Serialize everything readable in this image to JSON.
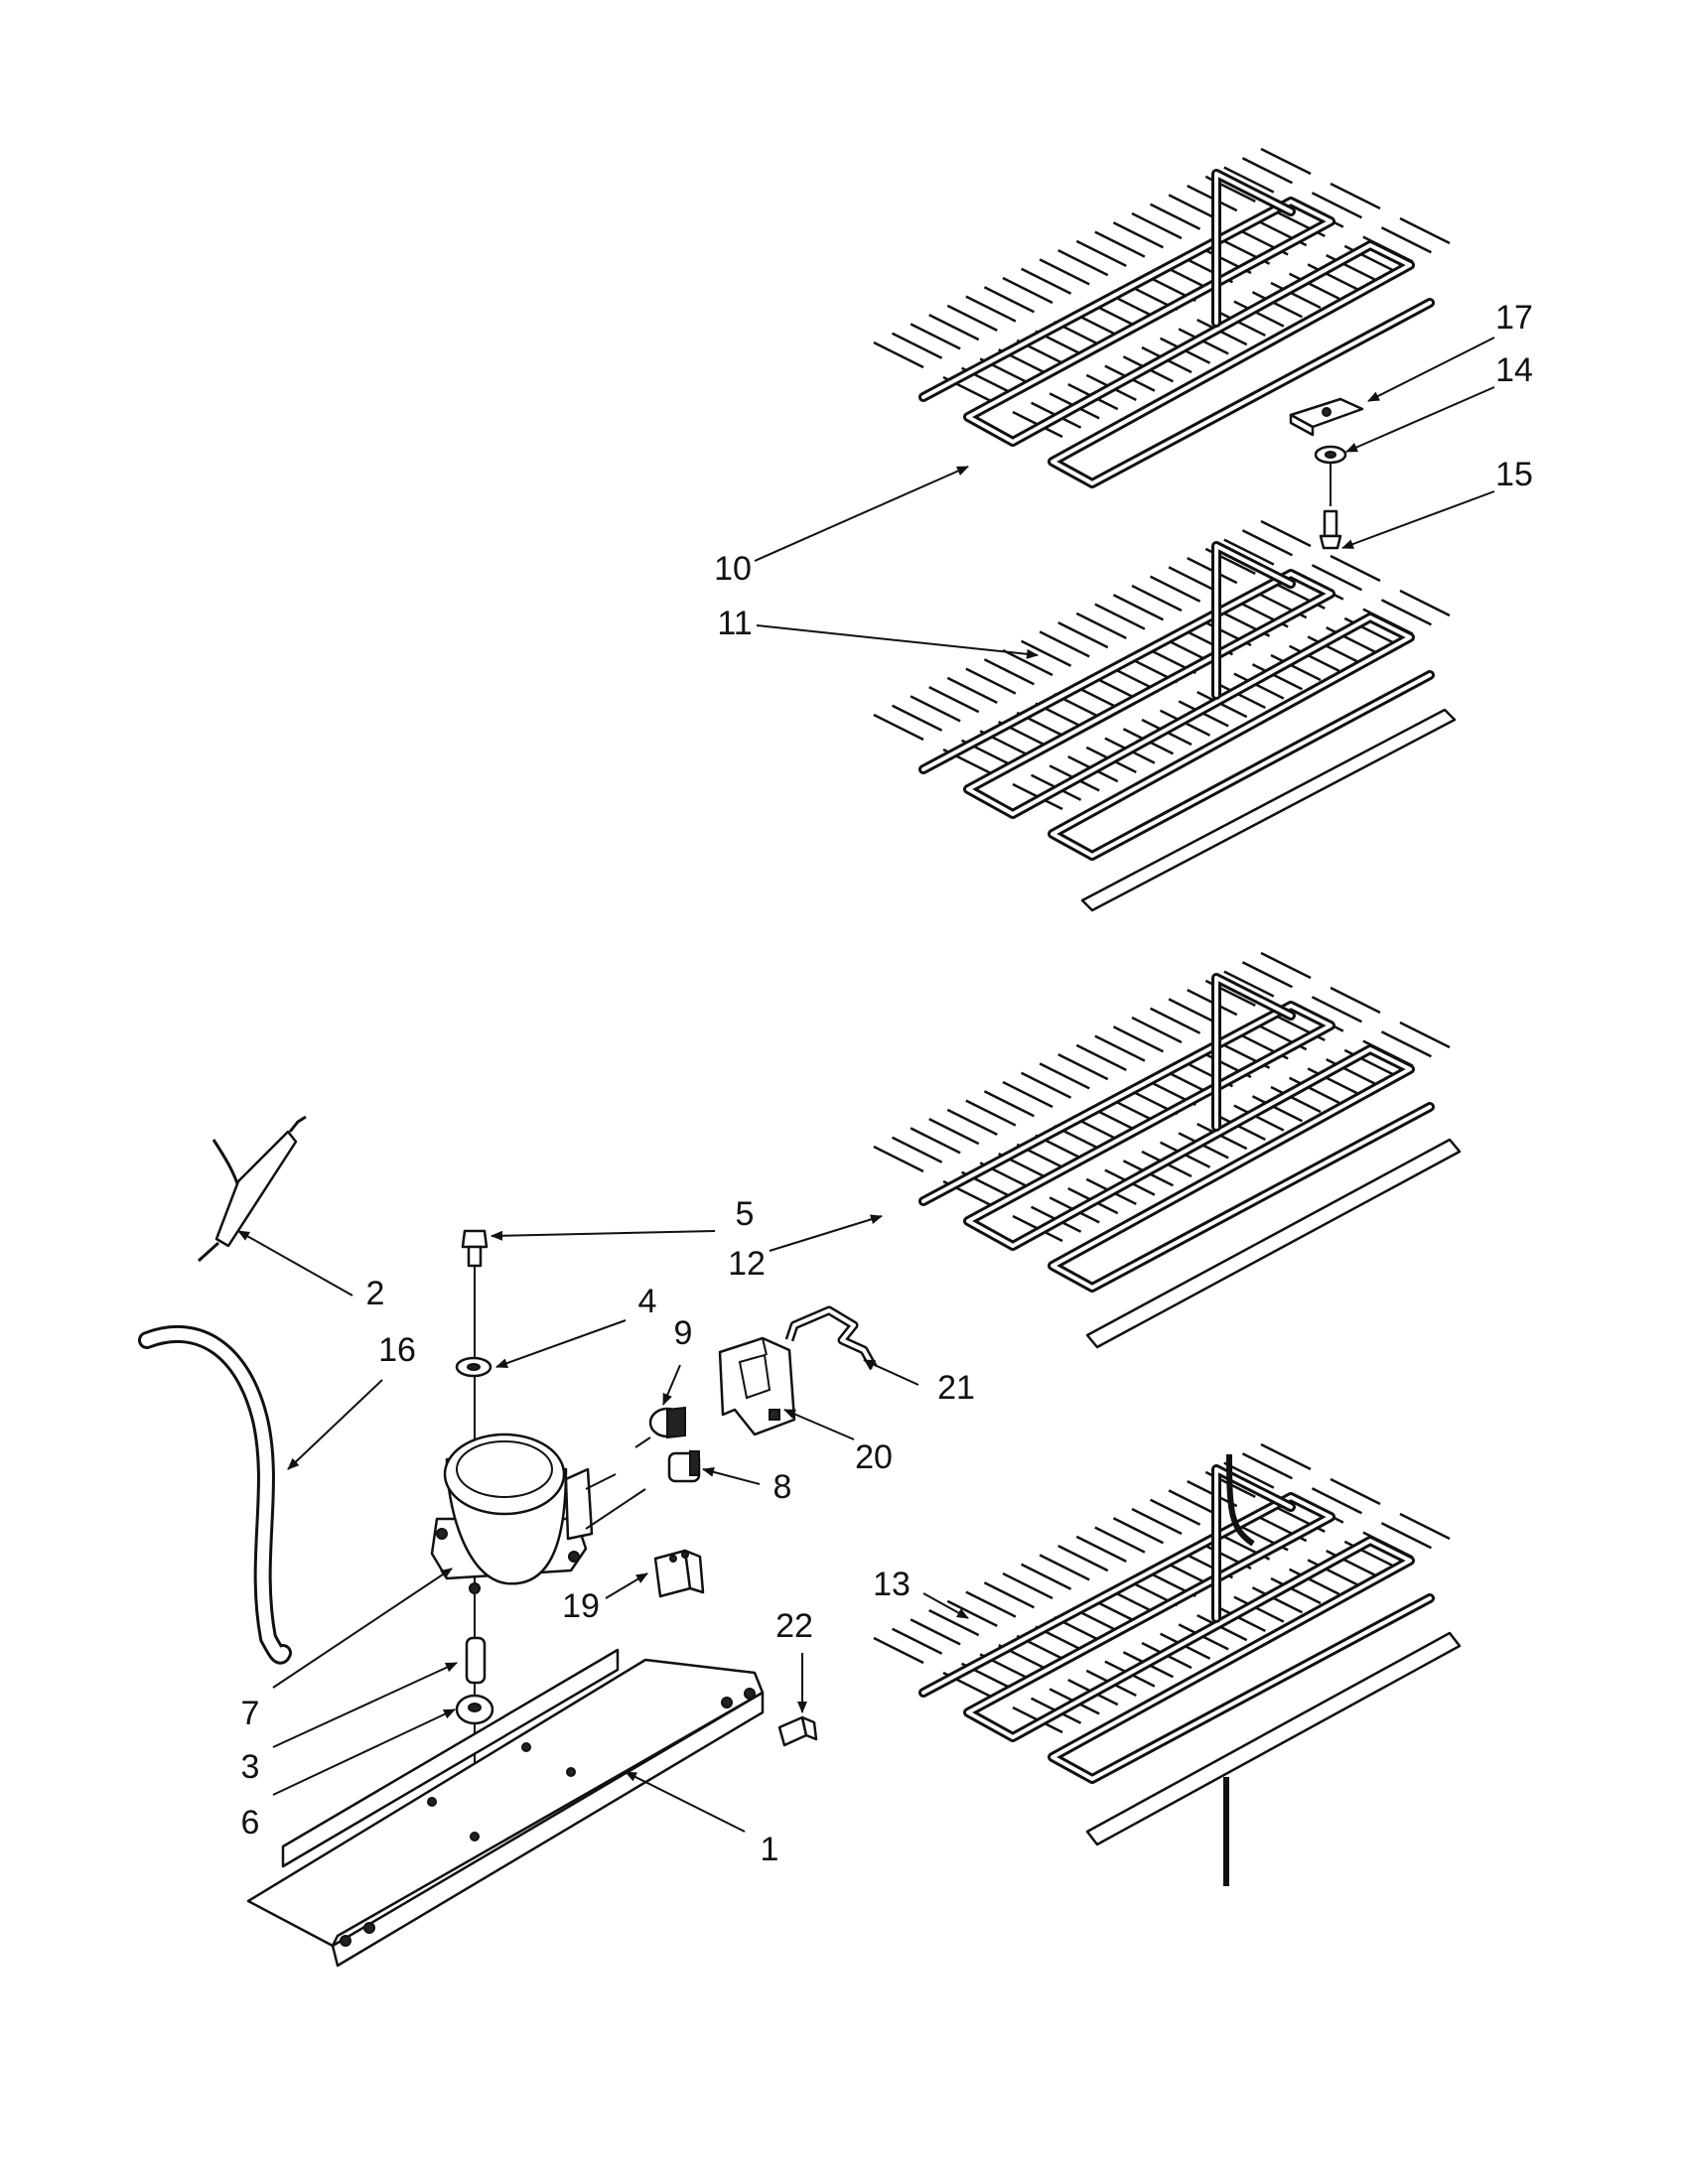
{
  "callouts": {
    "c1": "1",
    "c2": "2",
    "c3": "3",
    "c4": "4",
    "c5": "5",
    "c6": "6",
    "c7": "7",
    "c8": "8",
    "c9": "9",
    "c10": "10",
    "c11": "11",
    "c12": "12",
    "c13": "13",
    "c14": "14",
    "c15": "15",
    "c16": "16",
    "c17": "17",
    "c19": "19",
    "c20": "20",
    "c21": "21",
    "c22": "22"
  }
}
